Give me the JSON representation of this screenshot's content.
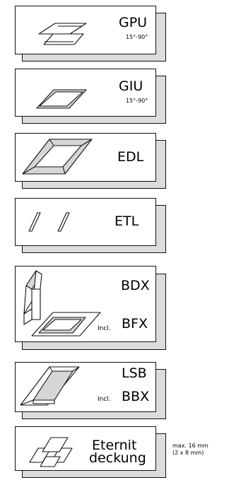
{
  "items": [
    {
      "name": "GPU",
      "sub": "15°-90°"
    },
    {
      "name": "GIU",
      "sub": "15°-90°"
    },
    {
      "name": "EDL"
    },
    {
      "name": "ETL"
    },
    {
      "name": "BDX",
      "incl_prefix": "Incl.",
      "incl_name": "BFX"
    },
    {
      "name": "LSB",
      "incl_prefix": "Incl.",
      "incl_name": "BBX"
    },
    {
      "name_line1": "Eternit",
      "name_line2": "deckung"
    }
  ],
  "note": {
    "line1": "max. 16 mm",
    "line2": "(2 x 8 mm)"
  }
}
